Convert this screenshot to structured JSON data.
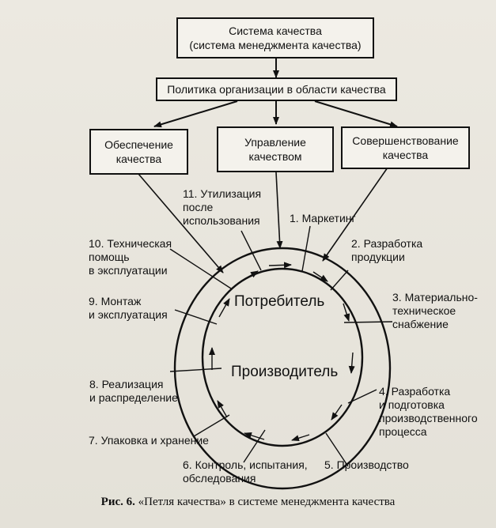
{
  "boxes": {
    "system": "Система качества\n(система менеджмента качества)",
    "policy": "Политика организации в области качества",
    "assurance": "Обеспечение\nкачества",
    "management": "Управление\nкачеством",
    "improvement": "Совершенствование\nкачества"
  },
  "ring": {
    "inner_top": "Потребитель",
    "inner_bottom": "Производитель"
  },
  "stages": [
    "1. Маркетинг",
    "2. Разработка\nпродукции",
    "3. Материально-\nтехническое\nснабжение",
    "4. Разработка\nи подготовка\nпроизводственного\nпроцесса",
    "5. Производство",
    "6. Контроль, испытания,\nобследования",
    "7. Упаковка и хранение",
    "8. Реализация\nи распределение",
    "9. Монтаж\nи эксплуатация",
    "10. Техническая\nпомощь\nв эксплуатации",
    "11. Утилизация\nпосле\nиспользования"
  ],
  "caption": {
    "prefix": "Рис. 6.",
    "text": "«Петля качества» в системе менеджмента качества"
  }
}
